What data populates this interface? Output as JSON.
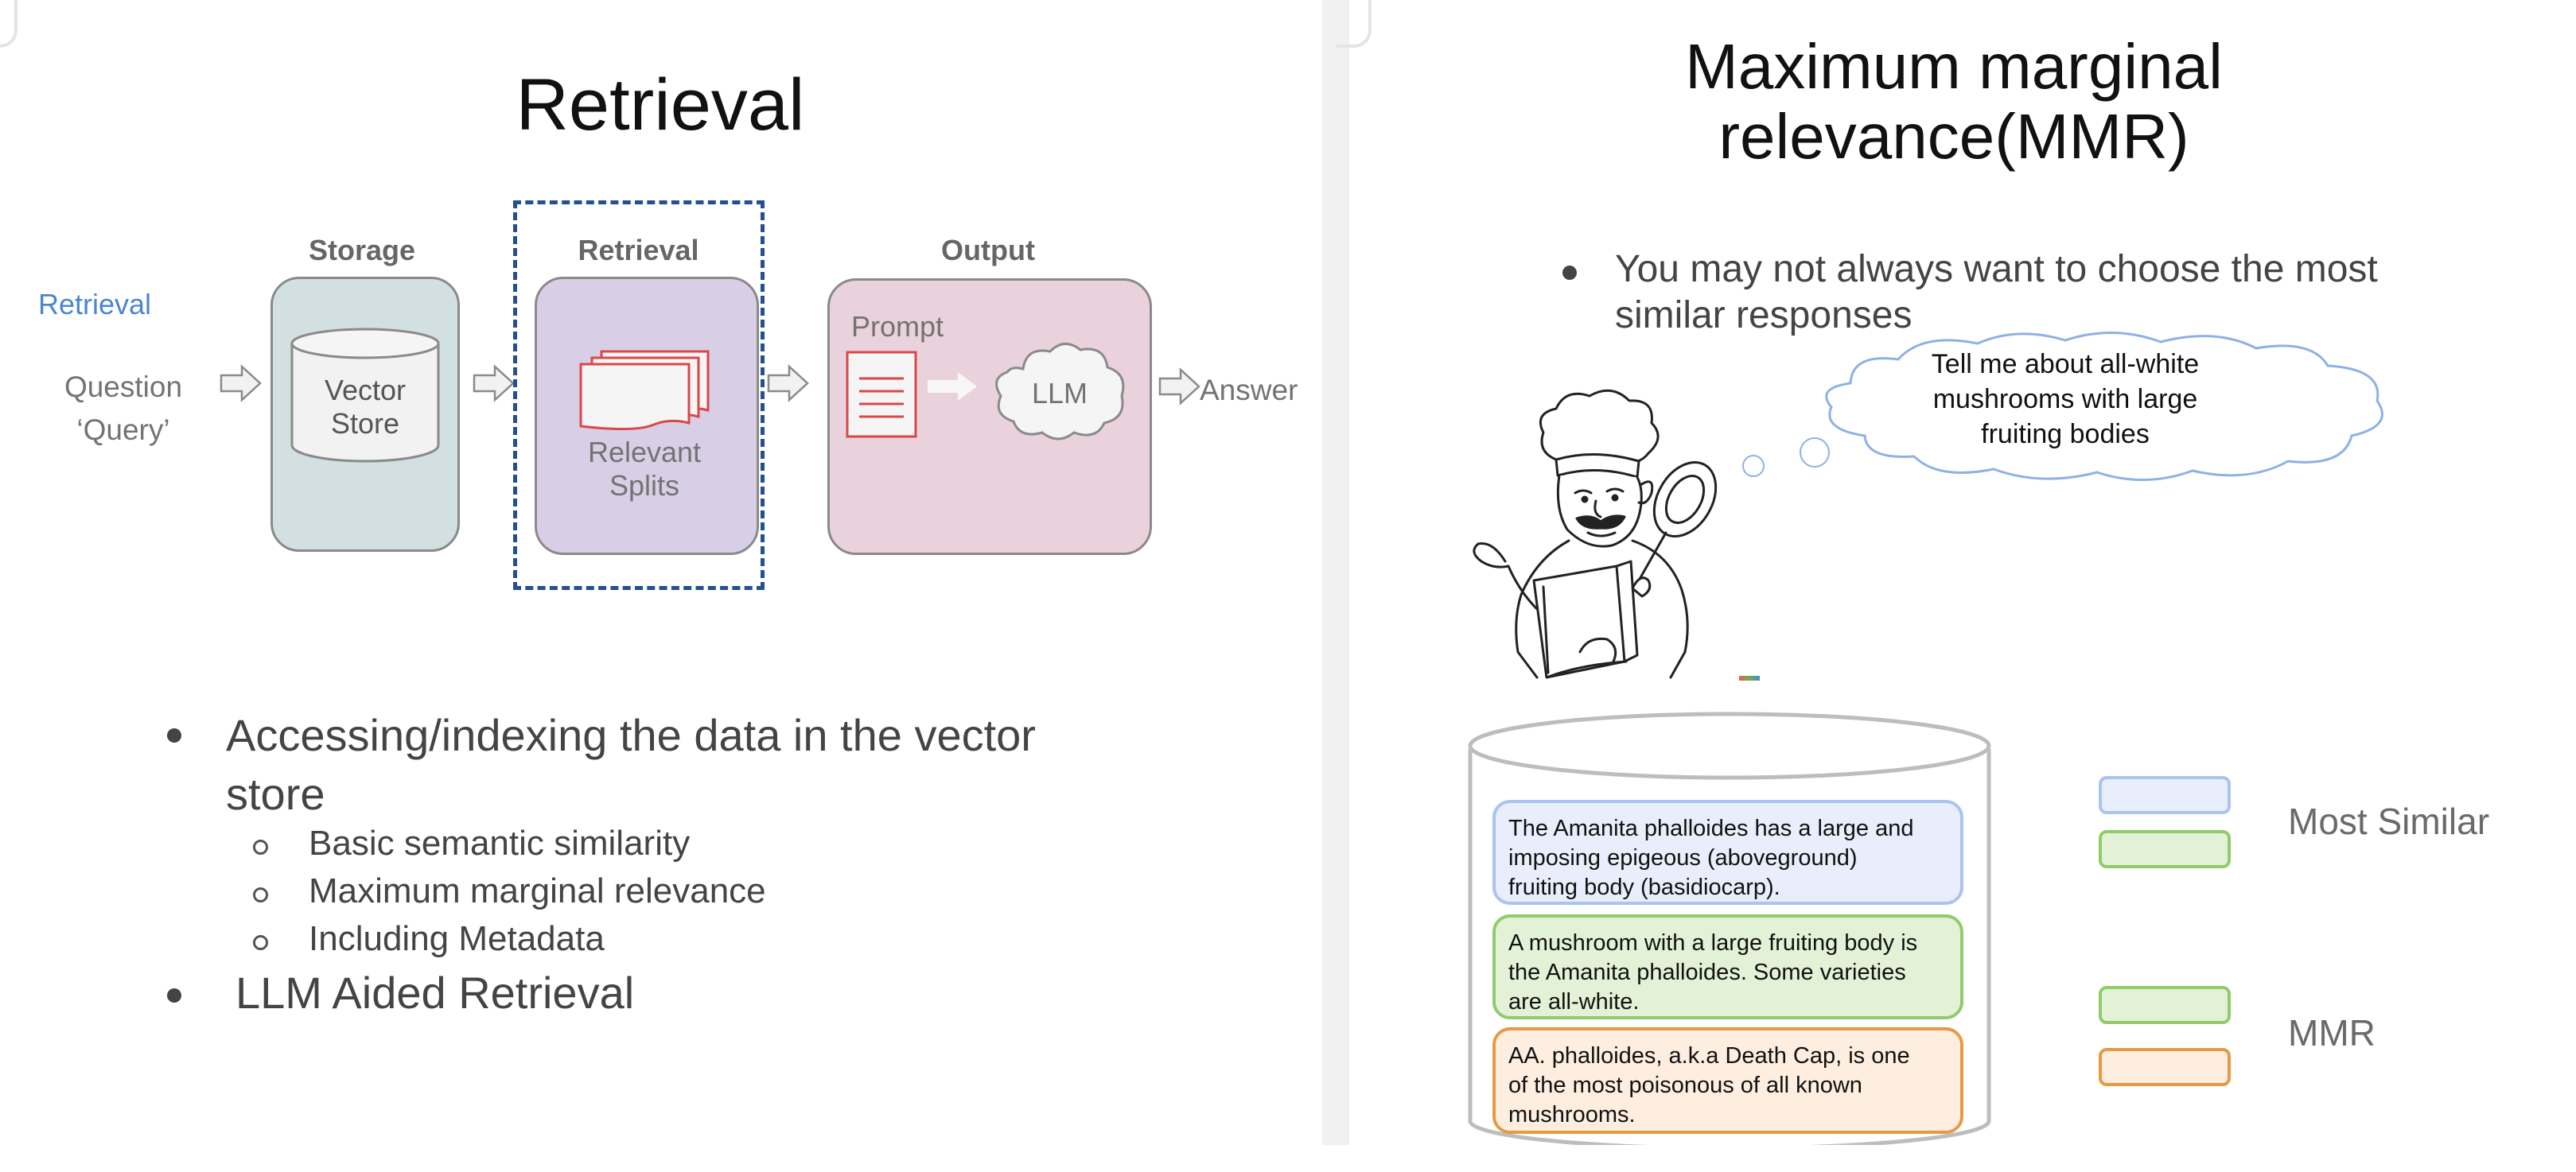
{
  "left_slide": {
    "title": "Retrieval",
    "side_label": "Retrieval",
    "question_line1": "Question",
    "question_line2": "‘Query’",
    "storage": {
      "header": "Storage",
      "line1": "Vector",
      "line2": "Store"
    },
    "retrieval_stage": {
      "header": "Retrieval",
      "line1": "Relevant",
      "line2": "Splits"
    },
    "output": {
      "header": "Output",
      "prompt": "Prompt",
      "llm": "LLM"
    },
    "answer": "Answer",
    "bullets": [
      {
        "line1": "Accessing/indexing the data in the vector",
        "line2": "store"
      },
      {
        "text": "LLM Aided Retrieval"
      }
    ],
    "sub_bullets": [
      "Basic semantic similarity",
      "Maximum marginal relevance",
      "Including Metadata"
    ]
  },
  "right_slide": {
    "title_line1": "Maximum marginal",
    "title_line2": "relevance(MMR)",
    "bullet_line1": "You may not always want to choose the most",
    "bullet_line2": "similar  responses",
    "thought": {
      "line1": "Tell me about all-white",
      "line2": "mushrooms with large",
      "line3": "fruiting bodies"
    },
    "snippets": [
      {
        "color": "blue",
        "lines": [
          "The Amanita phalloides has a large and",
          "imposing epigeous (aboveground)",
          "fruiting body (basidiocarp)."
        ]
      },
      {
        "color": "green",
        "lines": [
          "A mushroom with a large fruiting body is",
          "the Amanita phalloides. Some varieties",
          "are all-white."
        ]
      },
      {
        "color": "orange",
        "lines": [
          "AA. phalloides, a.k.a Death Cap, is one",
          "of the most poisonous of all known",
          "mushrooms."
        ]
      }
    ],
    "legend": [
      {
        "label": "Most Similar",
        "swatches": [
          "#e8eefb",
          "#e3f2d6"
        ]
      },
      {
        "label": "MMR",
        "swatches": [
          "#e3f2d6",
          "#fdeee0"
        ]
      }
    ]
  },
  "colors": {
    "storage_fill": "#d2e0e2",
    "retrieval_fill": "#d8cfe6",
    "output_fill": "#ead2dc",
    "dashed_border": "#234f93",
    "side_label": "#4a86d0",
    "prompt_red": "#d94848",
    "snippet_blue": "#a9c4ee",
    "snippet_green": "#90cc6a",
    "snippet_orange": "#e69a44"
  }
}
